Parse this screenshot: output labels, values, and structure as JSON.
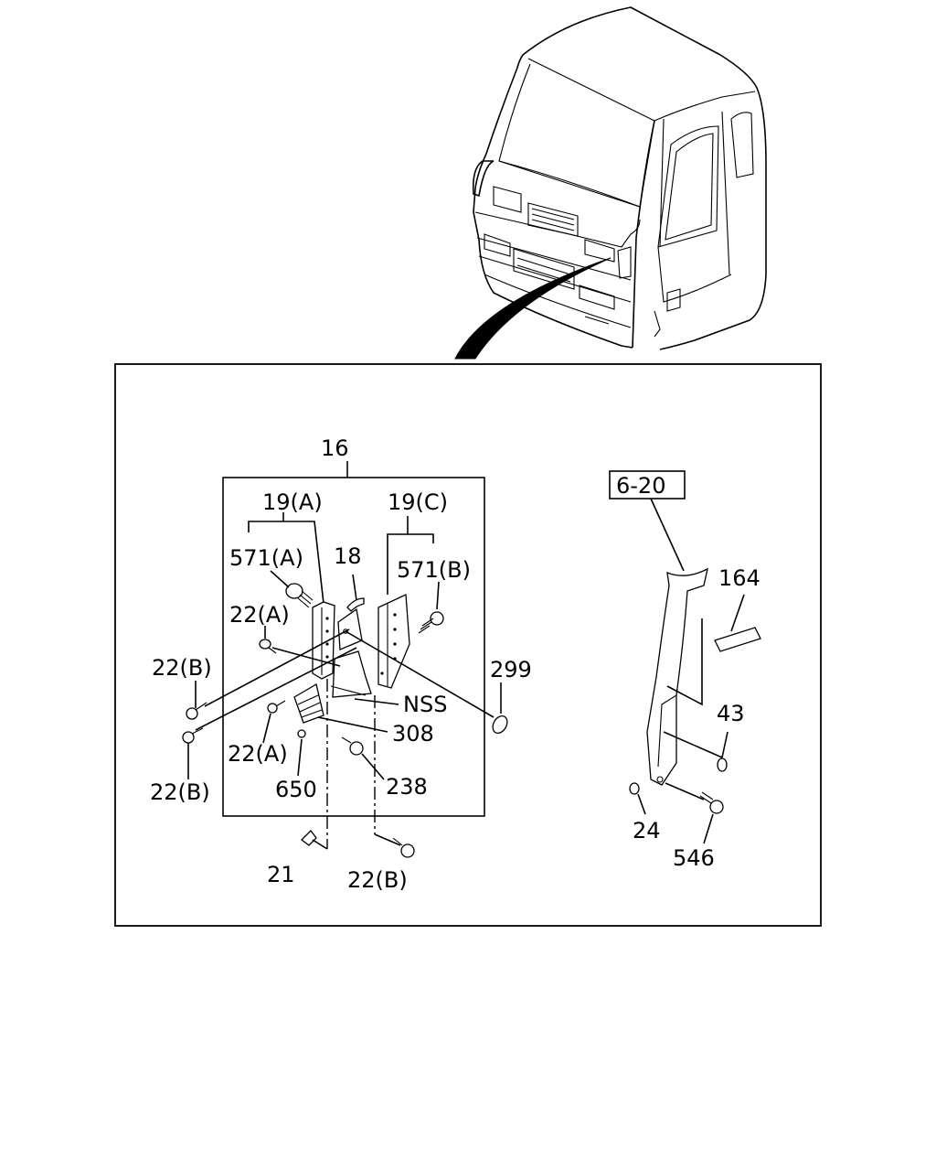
{
  "diagram": {
    "reference_box": "6-20",
    "labels": {
      "l16": "16",
      "l19a": "19(A)",
      "l19c": "19(C)",
      "l571a": "571(A)",
      "l571b": "571(B)",
      "l18": "18",
      "l22a_top": "22(A)",
      "l22b_top": "22(B)",
      "l22b_mid": "22(B)",
      "l22a_mid": "22(A)",
      "l650": "650",
      "l238": "238",
      "l308": "308",
      "lNSS": "NSS",
      "l299": "299",
      "l21": "21",
      "l22b_bot": "22(B)",
      "l164": "164",
      "l43": "43",
      "l24": "24",
      "l546": "546"
    }
  }
}
